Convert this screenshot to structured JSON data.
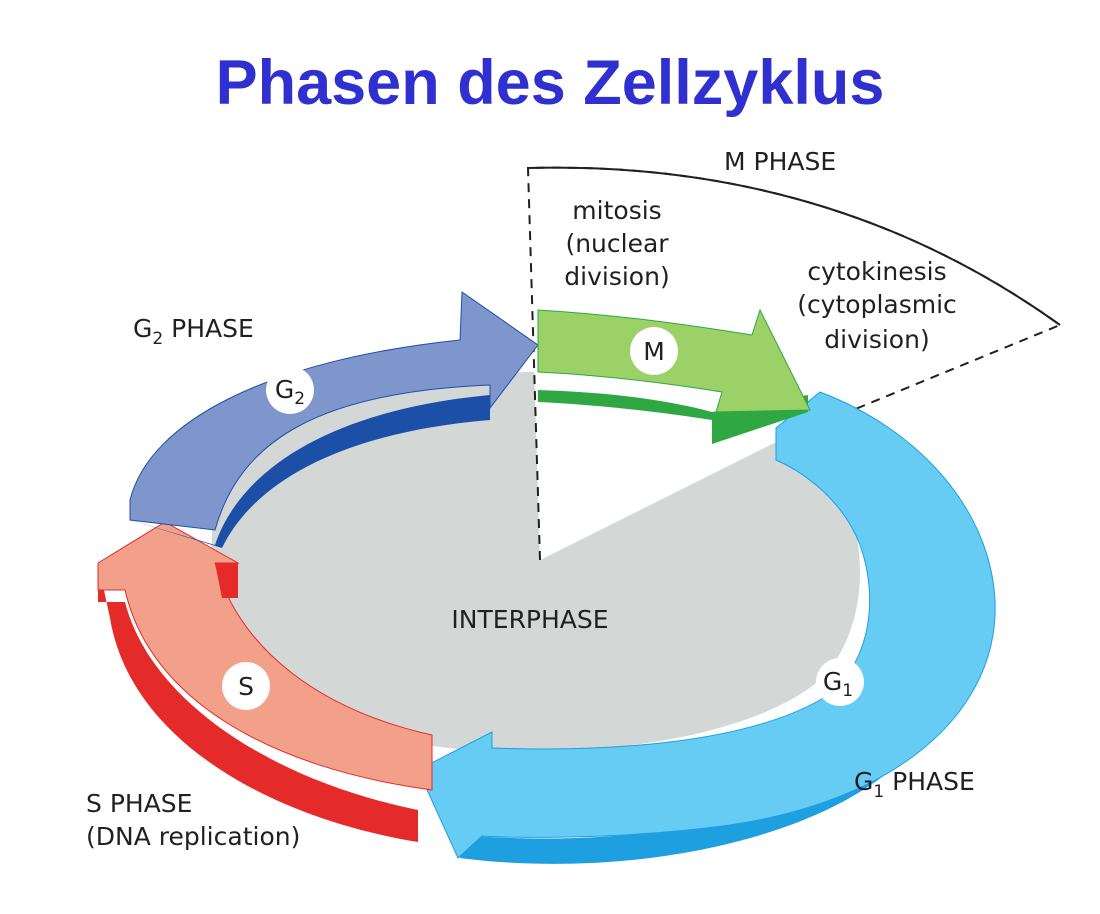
{
  "title": "Phasen des Zellzyklus",
  "labels": {
    "m_phase": "M PHASE",
    "mitosis": [
      "mitosis",
      "(nuclear",
      "division)"
    ],
    "cytokinesis": [
      "cytokinesis",
      "(cytoplasmic",
      "division)"
    ],
    "g2_phase": {
      "main": "G",
      "sub": "2",
      "rest": " PHASE"
    },
    "g1_phase": {
      "main": "G",
      "sub": "1",
      "rest": " PHASE"
    },
    "s_phase": [
      "S PHASE",
      "(DNA replication)"
    ],
    "interphase": "INTERPHASE"
  },
  "badges": {
    "m": "M",
    "g2": {
      "main": "G",
      "sub": "2"
    },
    "s": "S",
    "g1": {
      "main": "G",
      "sub": "1"
    }
  },
  "colors": {
    "title": "#2f30cf",
    "g1_top": "#66ccf4",
    "g1_side": "#1e9fe0",
    "g2_top": "#7f96cd",
    "g2_side": "#1b4fa8",
    "s_top": "#f2a08a",
    "s_side": "#e52a2a",
    "m_top": "#9bd166",
    "m_side": "#2fa844",
    "interphase_fill": "#d3d8d6"
  }
}
